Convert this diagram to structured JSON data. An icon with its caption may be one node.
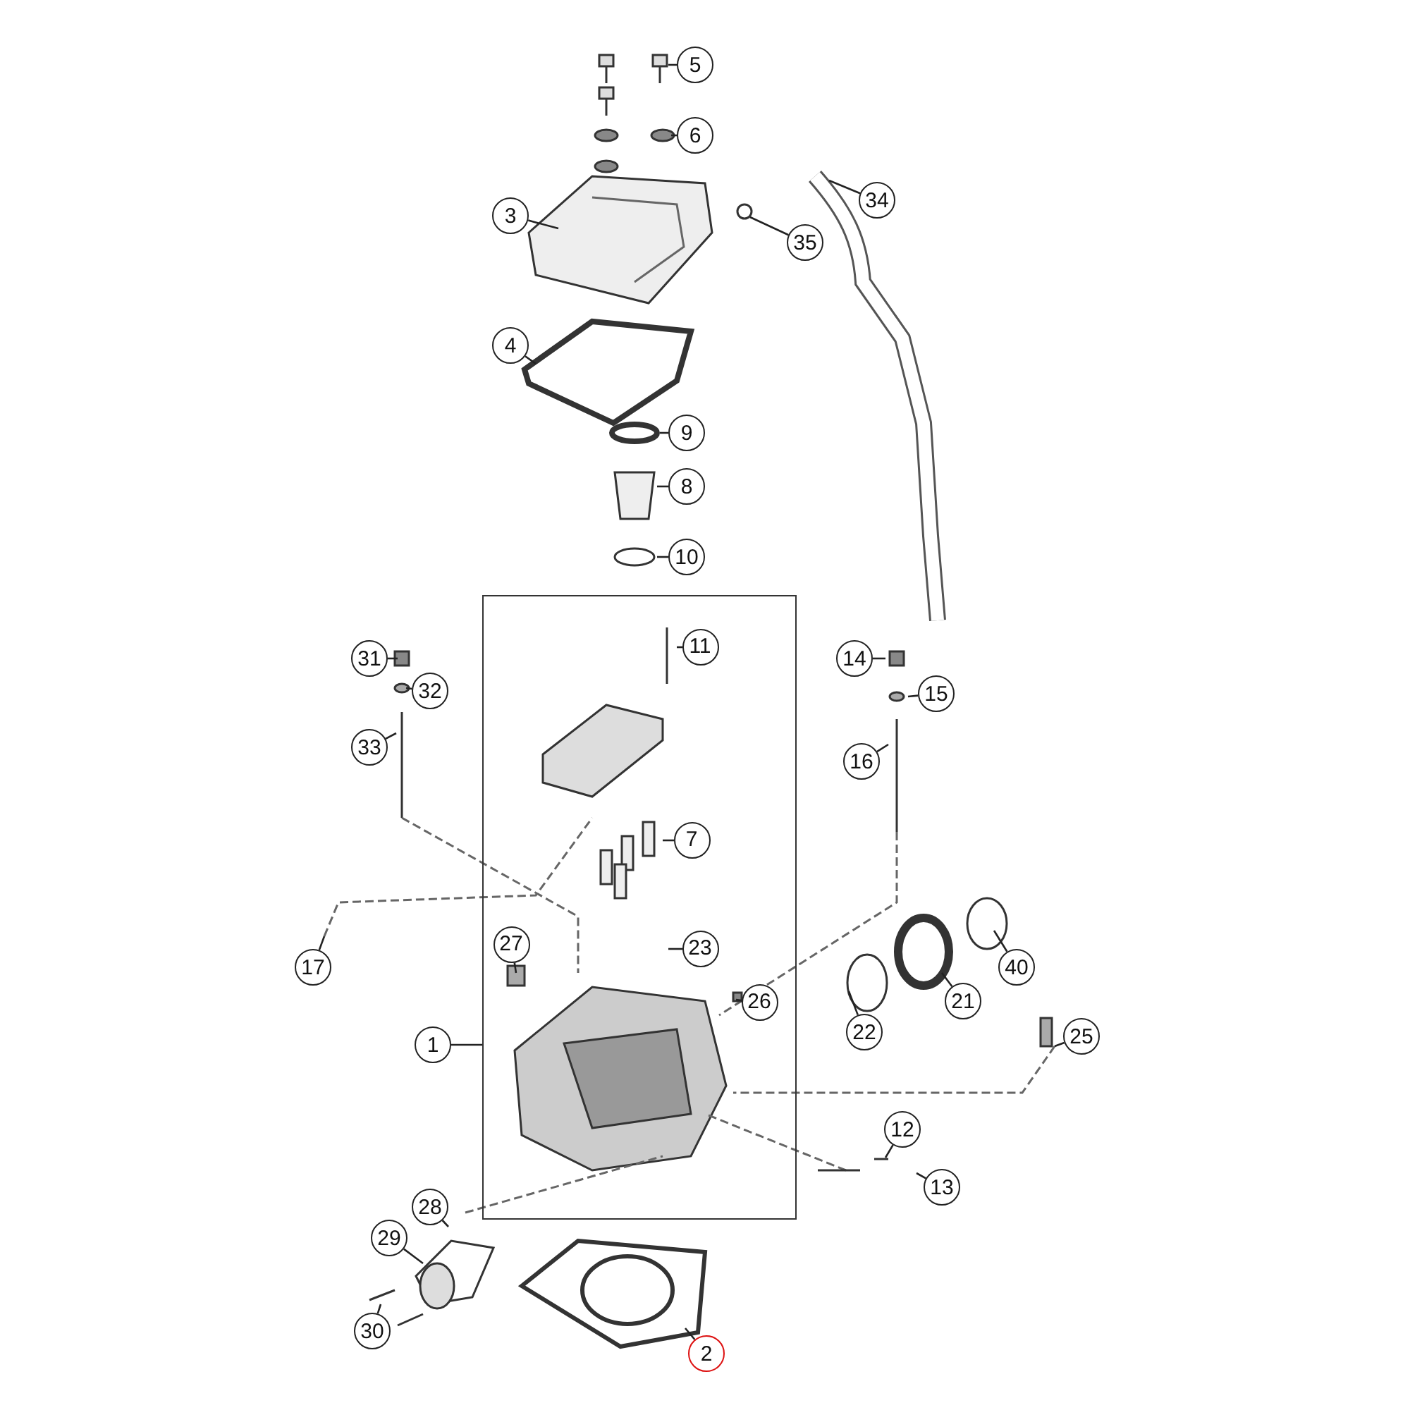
{
  "diagram": {
    "nodes": [
      {
        "text": [
          "5"
        ]
      },
      {
        "text": [
          "6"
        ]
      },
      {
        "text": [
          "34"
        ]
      },
      {
        "text": [
          "3"
        ]
      },
      {
        "text": [
          "35"
        ]
      },
      {
        "text": [
          "4"
        ]
      },
      {
        "text": [
          "9"
        ]
      },
      {
        "text": [
          "8"
        ]
      },
      {
        "text": [
          "10"
        ]
      },
      {
        "text": [],
        "shape": "box"
      },
      {
        "text": [
          "31"
        ]
      },
      {
        "text": [
          "11"
        ],
        "in": 9
      },
      {
        "text": [
          "14"
        ]
      },
      {
        "text": [
          "32"
        ]
      },
      {
        "text": [
          "15"
        ]
      },
      {
        "text": [
          "33"
        ]
      },
      {
        "text": [
          "16"
        ]
      },
      {
        "text": [
          "7"
        ],
        "in": 9
      },
      {
        "text": [
          "23"
        ],
        "in": 9
      },
      {
        "text": [
          "17"
        ]
      },
      {
        "text": [
          "27"
        ],
        "in": 9
      },
      {
        "text": [
          "40"
        ]
      },
      {
        "text": [
          "26"
        ],
        "in": 9
      },
      {
        "text": [
          "21"
        ]
      },
      {
        "text": [
          "22"
        ]
      },
      {
        "text": [
          "25"
        ]
      },
      {
        "text": [
          "1"
        ]
      },
      {
        "text": [
          "12"
        ]
      },
      {
        "text": [
          "13"
        ]
      },
      {
        "text": [
          "28"
        ]
      },
      {
        "text": [
          "29"
        ]
      },
      {
        "text": [
          "30"
        ]
      },
      {
        "text": [
          "2"
        ]
      }
    ],
    "edges": [
      {
        "from": 0,
        "to": null,
        "arrow": "none"
      },
      {
        "from": 1,
        "to": null,
        "arrow": "none"
      },
      {
        "from": 2,
        "to": null,
        "arrow": "none"
      },
      {
        "from": 3,
        "to": null,
        "arrow": "none"
      },
      {
        "from": 4,
        "to": null,
        "arrow": "none"
      },
      {
        "from": 5,
        "to": null,
        "arrow": "none"
      },
      {
        "from": 6,
        "to": null,
        "arrow": "none"
      },
      {
        "from": 7,
        "to": null,
        "arrow": "none"
      },
      {
        "from": 8,
        "to": null,
        "arrow": "none"
      },
      {
        "from": 10,
        "to": null,
        "arrow": "none"
      },
      {
        "from": 11,
        "to": null,
        "arrow": "none"
      },
      {
        "from": 12,
        "to": null,
        "arrow": "none"
      },
      {
        "from": 13,
        "to": null,
        "arrow": "none"
      },
      {
        "from": 14,
        "to": null,
        "arrow": "none"
      },
      {
        "from": 15,
        "to": null,
        "arrow": "none"
      },
      {
        "from": 16,
        "to": null,
        "arrow": "none"
      },
      {
        "from": 17,
        "to": null,
        "arrow": "none"
      },
      {
        "from": 18,
        "to": null,
        "arrow": "none"
      },
      {
        "from": 19,
        "to": null,
        "arrow": "none"
      },
      {
        "from": 20,
        "to": null,
        "arrow": "none"
      },
      {
        "from": 21,
        "to": null,
        "arrow": "none"
      },
      {
        "from": 22,
        "to": null,
        "arrow": "none"
      },
      {
        "from": 23,
        "to": null,
        "arrow": "none"
      },
      {
        "from": 24,
        "to": null,
        "arrow": "none"
      },
      {
        "from": 25,
        "to": null,
        "arrow": "none"
      },
      {
        "from": 26,
        "to": 9,
        "arrow": "none"
      },
      {
        "from": 27,
        "to": null,
        "arrow": "none"
      },
      {
        "from": 28,
        "to": null,
        "arrow": "none"
      },
      {
        "from": 29,
        "to": null,
        "arrow": "none"
      },
      {
        "from": 30,
        "to": null,
        "arrow": "none"
      },
      {
        "from": 31,
        "to": null,
        "arrow": "none"
      },
      {
        "from": 32,
        "to": null,
        "arrow": "none"
      }
    ]
  }
}
